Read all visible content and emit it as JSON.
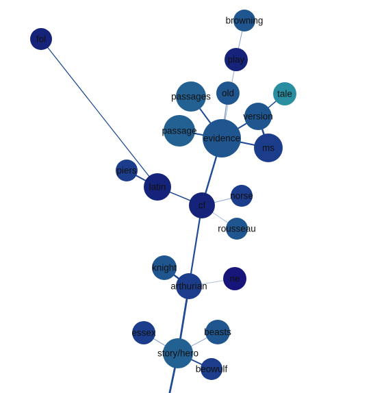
{
  "colors": {
    "navy": "#15237a",
    "dark_blue": "#1c3c8c",
    "mid_blue": "#20568f",
    "steel_blue": "#236193",
    "teal": "#2a8ea1",
    "indigo": "#17157a",
    "edge": "#1f4a96"
  },
  "nodes": [
    {
      "id": "fol",
      "label": "fol",
      "color": "navy"
    },
    {
      "id": "browning",
      "label": "browning",
      "color": "mid_blue"
    },
    {
      "id": "play",
      "label": "play",
      "color": "navy"
    },
    {
      "id": "old",
      "label": "old",
      "color": "mid_blue"
    },
    {
      "id": "passages",
      "label": "passages",
      "color": "steel_blue"
    },
    {
      "id": "tale",
      "label": "tale",
      "color": "teal"
    },
    {
      "id": "version",
      "label": "version",
      "color": "mid_blue"
    },
    {
      "id": "passage",
      "label": "passage",
      "color": "steel_blue"
    },
    {
      "id": "evidence",
      "label": "evidence",
      "color": "mid_blue"
    },
    {
      "id": "ms",
      "label": "ms",
      "color": "dark_blue"
    },
    {
      "id": "piers",
      "label": "piers",
      "color": "dark_blue"
    },
    {
      "id": "latin",
      "label": "latin",
      "color": "navy"
    },
    {
      "id": "norse",
      "label": "norse",
      "color": "dark_blue"
    },
    {
      "id": "cf",
      "label": "cf",
      "color": "navy"
    },
    {
      "id": "rousseau",
      "label": "rousseau",
      "color": "mid_blue"
    },
    {
      "id": "knight",
      "label": "knight",
      "color": "mid_blue"
    },
    {
      "id": "ne",
      "label": "ne",
      "color": "indigo"
    },
    {
      "id": "arthurian",
      "label": "arthurian",
      "color": "dark_blue"
    },
    {
      "id": "essex",
      "label": "essex",
      "color": "dark_blue"
    },
    {
      "id": "beasts",
      "label": "beasts",
      "color": "mid_blue"
    },
    {
      "id": "storyhero",
      "label": "story/hero",
      "color": "steel_blue"
    },
    {
      "id": "beowulf",
      "label": "beowulf",
      "color": "dark_blue"
    }
  ],
  "edges": [
    {
      "source": "fol",
      "target": "latin"
    },
    {
      "source": "browning",
      "target": "play"
    },
    {
      "source": "play",
      "target": "evidence"
    },
    {
      "source": "old",
      "target": "evidence"
    },
    {
      "source": "passages",
      "target": "evidence"
    },
    {
      "source": "tale",
      "target": "version"
    },
    {
      "source": "version",
      "target": "evidence"
    },
    {
      "source": "version",
      "target": "ms"
    },
    {
      "source": "passage",
      "target": "evidence"
    },
    {
      "source": "evidence",
      "target": "ms"
    },
    {
      "source": "evidence",
      "target": "cf"
    },
    {
      "source": "piers",
      "target": "latin"
    },
    {
      "source": "latin",
      "target": "cf"
    },
    {
      "source": "norse",
      "target": "cf"
    },
    {
      "source": "rousseau",
      "target": "cf"
    },
    {
      "source": "cf",
      "target": "arthurian"
    },
    {
      "source": "knight",
      "target": "arthurian"
    },
    {
      "source": "ne",
      "target": "arthurian"
    },
    {
      "source": "arthurian",
      "target": "storyhero"
    },
    {
      "source": "essex",
      "target": "storyhero"
    },
    {
      "source": "beasts",
      "target": "storyhero"
    },
    {
      "source": "beowulf",
      "target": "storyhero"
    },
    {
      "source": "storyhero",
      "target": "offscreen"
    }
  ]
}
